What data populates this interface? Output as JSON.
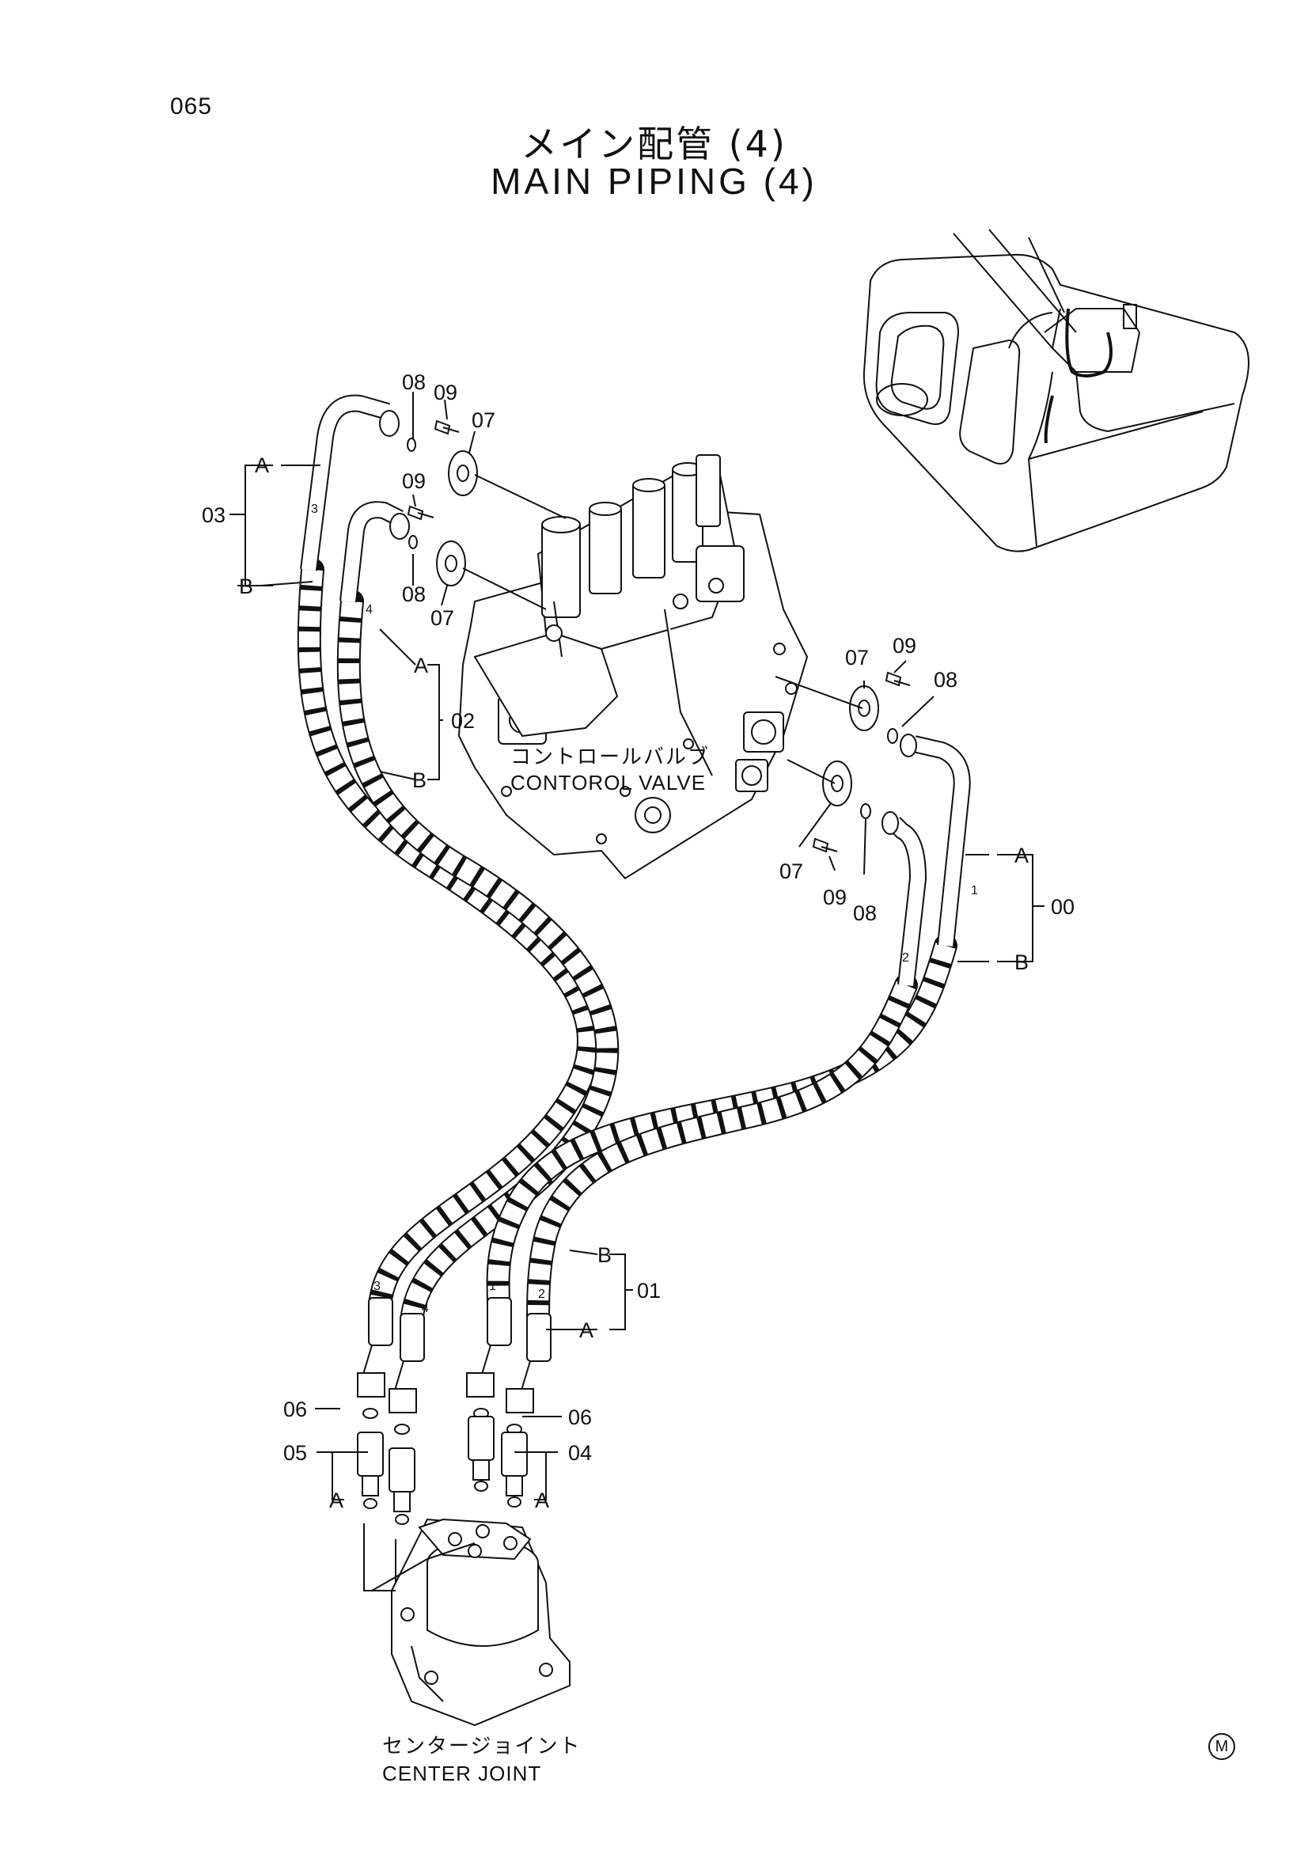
{
  "page_number": "065",
  "title_jp": "メイン配管 (4)",
  "title_en": "MAIN PIPING (4)",
  "components": {
    "control_valve_jp": "コントロールバルブ",
    "control_valve_en": "CONTOROL VALVE",
    "center_joint_jp": "センタージョイント",
    "center_joint_en": "CENTER JOINT"
  },
  "callouts": {
    "p00": "00",
    "p01": "01",
    "p02": "02",
    "p03": "03",
    "p04": "04",
    "p05": "05",
    "p06": "06",
    "p07": "07",
    "p08": "08",
    "p09": "09",
    "end_a": "A",
    "end_b": "B"
  },
  "hose_numbers": {
    "h1": "1",
    "h2": "2",
    "h3": "3",
    "h4": "4"
  },
  "mark": "M"
}
